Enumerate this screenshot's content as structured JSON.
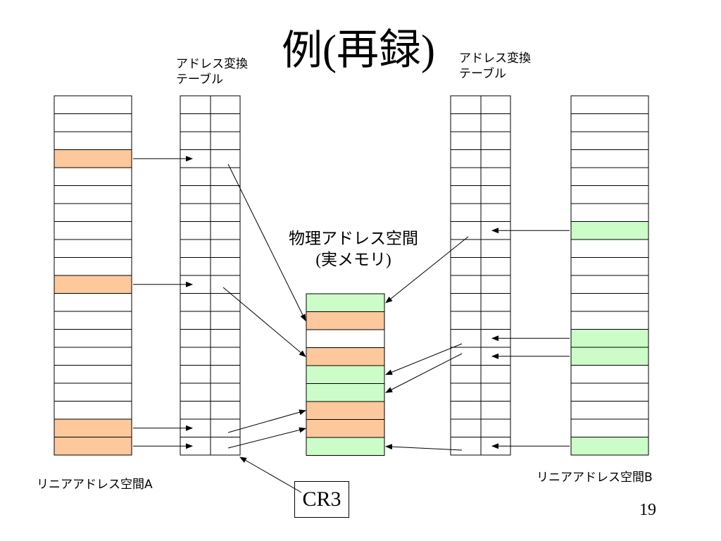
{
  "title": {
    "main": "例",
    "paren": "(再録)"
  },
  "tables": {
    "left_label": "アドレス変換\nテーブル",
    "right_label": "アドレス変換\nテーブル"
  },
  "physical": {
    "line1": "物理アドレス空間",
    "line2": "(実メモリ)"
  },
  "linear_a": {
    "label": "リニアアドレス空間A",
    "row_count": 20,
    "highlighted_rows": [
      3,
      10,
      18,
      19
    ],
    "highlight_color": "#fcc89c"
  },
  "linear_b": {
    "label": "リニアアドレス空間B",
    "row_count": 20,
    "highlighted_rows": [
      7,
      13,
      14,
      19
    ],
    "highlight_color": "#ccfcc8"
  },
  "physical_memory": {
    "rows": [
      "green",
      "orange",
      "white",
      "orange",
      "green",
      "green",
      "orange",
      "orange",
      "green"
    ],
    "colors": {
      "orange": "#fcc89c",
      "green": "#ccfcc8",
      "white": "#ffffff"
    }
  },
  "cr3": "CR3",
  "page_number": "19"
}
